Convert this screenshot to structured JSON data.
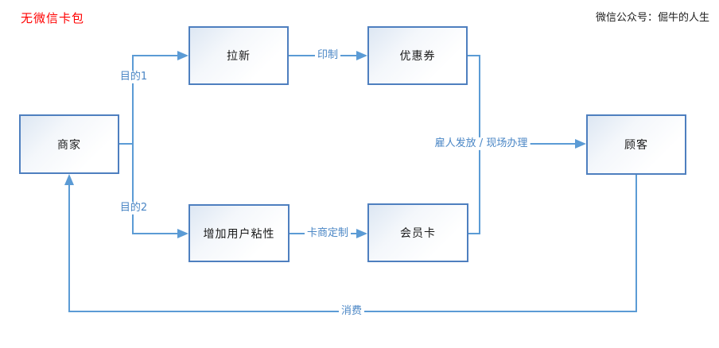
{
  "title": "无微信卡包",
  "watermark": "微信公众号：倔牛的人生",
  "nodes": {
    "merchant": {
      "label": "商家"
    },
    "acquire": {
      "label": "拉新"
    },
    "coupon": {
      "label": "优惠券"
    },
    "stickiness": {
      "label": "增加用户粘性"
    },
    "membership": {
      "label": "会员卡"
    },
    "customer": {
      "label": "顾客"
    }
  },
  "edges": {
    "purpose1": {
      "label": "目的1"
    },
    "purpose2": {
      "label": "目的2"
    },
    "print": {
      "label": "印制"
    },
    "card_custom": {
      "label": "卡商定制"
    },
    "distribute": {
      "label": "雇人发放 / 现场办理"
    },
    "consume": {
      "label": "消费"
    }
  },
  "colors": {
    "connector_line": "#5b9bd5",
    "node_border": "#4e7fbf",
    "node_fill_top": "#dde7f3",
    "edge_label_text": "#4a86c5",
    "title_text": "#ff0000",
    "watermark_text": "#1f1f1f"
  }
}
